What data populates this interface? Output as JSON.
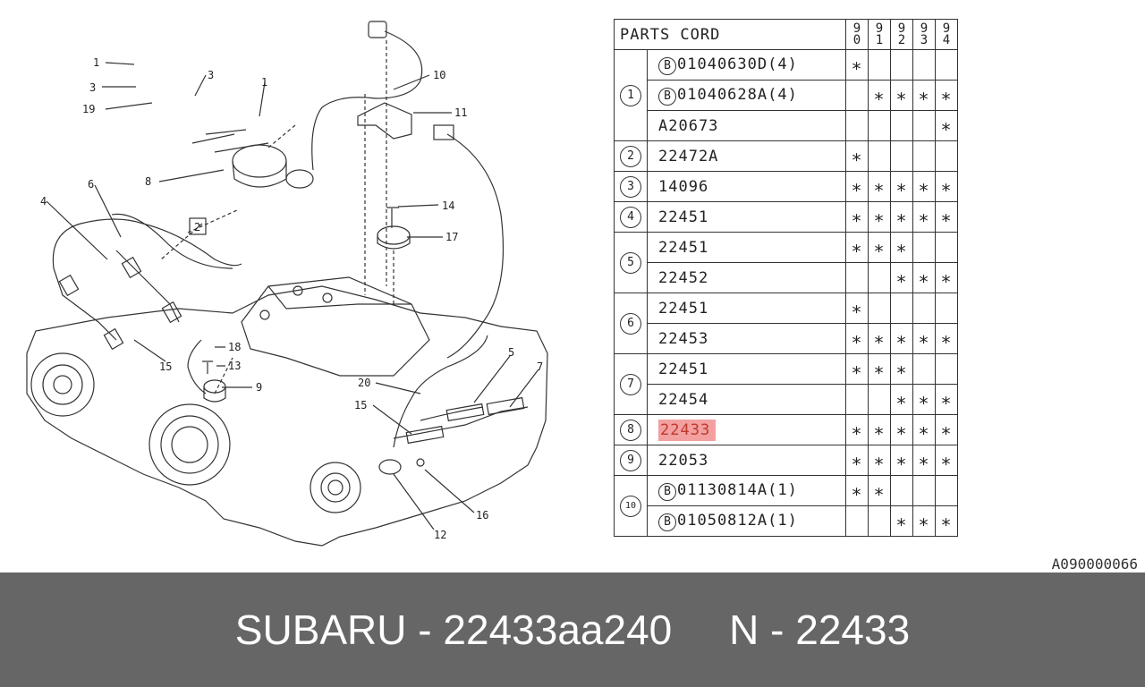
{
  "table": {
    "header": {
      "title": "PARTS CORD",
      "years": [
        "90",
        "91",
        "92",
        "93",
        "94"
      ]
    },
    "rows": [
      {
        "ref": "1",
        "code": "01040630D(4)",
        "bolt": true,
        "marks": [
          true,
          false,
          false,
          false,
          false
        ]
      },
      {
        "ref": "1",
        "code": "01040628A(4)",
        "bolt": true,
        "marks": [
          false,
          true,
          true,
          true,
          true
        ]
      },
      {
        "ref": "1",
        "code": "A20673",
        "bolt": false,
        "marks": [
          false,
          false,
          false,
          false,
          true
        ]
      },
      {
        "ref": "2",
        "code": "22472A",
        "bolt": false,
        "marks": [
          true,
          false,
          false,
          false,
          false
        ]
      },
      {
        "ref": "3",
        "code": "14096",
        "bolt": false,
        "marks": [
          true,
          true,
          true,
          true,
          true
        ]
      },
      {
        "ref": "4",
        "code": "22451",
        "bolt": false,
        "marks": [
          true,
          true,
          true,
          true,
          true
        ]
      },
      {
        "ref": "5",
        "code": "22451",
        "bolt": false,
        "marks": [
          true,
          true,
          true,
          false,
          false
        ]
      },
      {
        "ref": "5",
        "code": "22452",
        "bolt": false,
        "marks": [
          false,
          false,
          true,
          true,
          true
        ]
      },
      {
        "ref": "6",
        "code": "22451",
        "bolt": false,
        "marks": [
          true,
          false,
          false,
          false,
          false
        ]
      },
      {
        "ref": "6",
        "code": "22453",
        "bolt": false,
        "marks": [
          true,
          true,
          true,
          true,
          true
        ]
      },
      {
        "ref": "7",
        "code": "22451",
        "bolt": false,
        "marks": [
          true,
          true,
          true,
          false,
          false
        ]
      },
      {
        "ref": "7",
        "code": "22454",
        "bolt": false,
        "marks": [
          false,
          false,
          true,
          true,
          true
        ]
      },
      {
        "ref": "8",
        "code": "22433",
        "bolt": false,
        "highlight": true,
        "marks": [
          true,
          true,
          true,
          true,
          true
        ]
      },
      {
        "ref": "9",
        "code": "22053",
        "bolt": false,
        "marks": [
          true,
          true,
          true,
          true,
          true
        ]
      },
      {
        "ref": "10",
        "code": "01130814A(1)",
        "bolt": true,
        "marks": [
          true,
          true,
          false,
          false,
          false
        ]
      },
      {
        "ref": "10",
        "code": "01050812A(1)",
        "bolt": true,
        "marks": [
          false,
          false,
          true,
          true,
          true
        ]
      }
    ],
    "mark_symbol": "∗",
    "bolt_symbol": "B"
  },
  "diagram": {
    "callouts": [
      "1",
      "3",
      "3",
      "19",
      "1",
      "10",
      "11",
      "8",
      "6",
      "4",
      "2",
      "14",
      "17",
      "18",
      "13",
      "9",
      "15",
      "5",
      "7",
      "20",
      "15",
      "12",
      "16"
    ]
  },
  "reference_code": "A090000066",
  "footer": {
    "brand": "SUBARU",
    "separator": " - ",
    "part_number": "22433aa240",
    "gap": "     ",
    "n_prefix": "N - ",
    "n_value": "22433"
  },
  "colors": {
    "highlight": "#f2a0a0",
    "highlight_text": "#c0392b",
    "footer_bg": "#666666"
  }
}
